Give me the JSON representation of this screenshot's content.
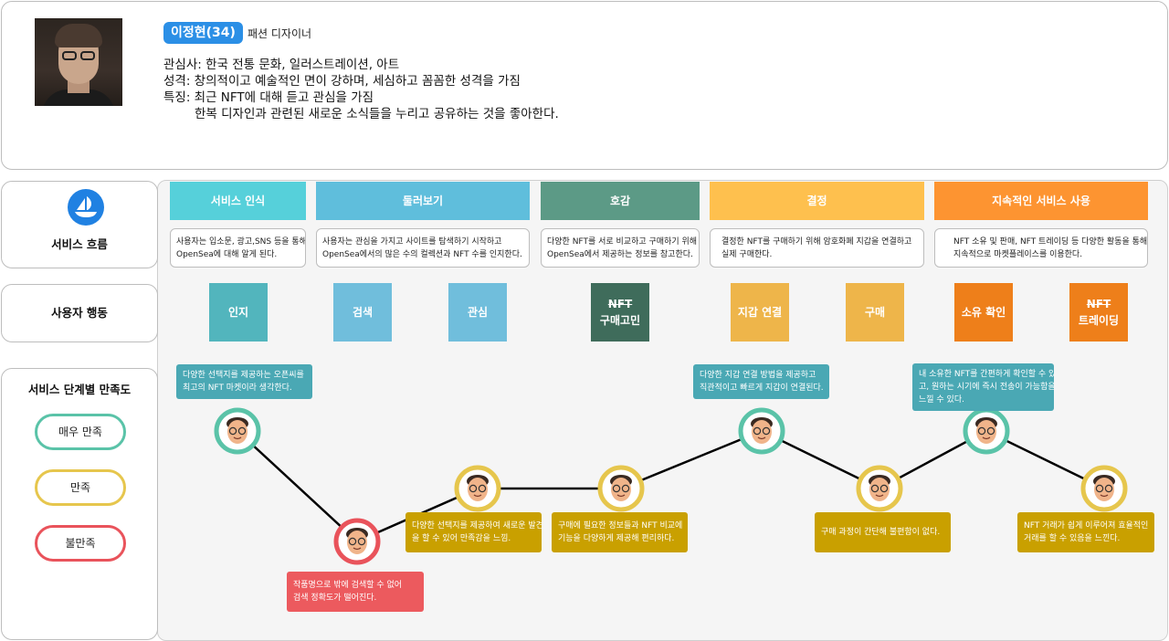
{
  "persona": {
    "name": "이정현(34)",
    "job": "패션 디자이너",
    "interests": "관심사: 한국 전통 문화, 일러스트레이션, 아트",
    "personality": "성격: 창의적이고 예술적인 면이 강하며, 세심하고 꼼꼼한 성격을 가짐",
    "trait_1": "특징: 최근 NFT에 대해 듣고 관심을 가짐",
    "trait_2": "한복 디자인과 관련된 새로운 소식들을 누리고 공유하는 것을 좋아한다."
  },
  "rows": {
    "service_flow": "서비스 흐름",
    "user_action": "사용자 행동",
    "satisfaction": "서비스 단계별 만족도"
  },
  "stages": [
    {
      "title": "서비스 인식",
      "color": "#56d0da",
      "desc_1": "사용자는 입소문, 광고,SNS 등을 통해",
      "desc_2": "OpenSea에 대해 알게 된다."
    },
    {
      "title": "둘러보기",
      "color": "#5fbedc",
      "desc_1": "사용자는 관심을 가지고 사이트를 탐색하기 시작하고",
      "desc_2": "OpenSea에서의 많은 수의 컬렉션과 NFT 수를 인지한다."
    },
    {
      "title": "호감",
      "color": "#5c9a86",
      "desc_1": "다양한 NFT를 서로 비교하고 구매하기 위해",
      "desc_2": "OpenSea에서 제공하는 정보를 참고한다."
    },
    {
      "title": "결정",
      "color": "#fec04e",
      "desc_1": "결정한 NFT를 구매하기 위해 암호화폐 지갑을 연결하고",
      "desc_2": "실제 구매한다."
    },
    {
      "title": "지속적인 서비스 사용",
      "color": "#fd9431",
      "desc_1": "NFT 소유 및 판매, NFT 트레이딩 등 다양한 활동을 통해",
      "desc_2": "지속적으로 마켓플레이스를 이용한다."
    }
  ],
  "actions": [
    {
      "line_1": "인지",
      "line_2": "",
      "color": "#52b5bd"
    },
    {
      "line_1": "검색",
      "line_2": "",
      "color": "#70bedc"
    },
    {
      "line_1": "관심",
      "line_2": "",
      "color": "#70bedc"
    },
    {
      "line_1": "NFT",
      "line_2": "구매고민",
      "color": "#3f6c5b"
    },
    {
      "line_1": "지갑 연결",
      "line_2": "",
      "color": "#eeb54a"
    },
    {
      "line_1": "구매",
      "line_2": "",
      "color": "#eeb54a"
    },
    {
      "line_1": "소유 확인",
      "line_2": "",
      "color": "#ee7f1a"
    },
    {
      "line_1": "NFT",
      "line_2": "트레이딩",
      "color": "#ee7f1a"
    }
  ],
  "legend": {
    "very_satisfied": "매우 만족",
    "satisfied": "만족",
    "unsatisfied": "불만족"
  },
  "colors": {
    "very_satisfied": "#5ac3a8",
    "satisfied": "#e6c64d",
    "unsatisfied": "#e9535b",
    "opensea_blue": "#2081e2"
  },
  "chart_data": {
    "type": "line",
    "levels": [
      "불만족",
      "만족",
      "매우 만족"
    ],
    "points": [
      {
        "step": "인지",
        "level": "매우 만족",
        "note_1": "다양한 선택지를 제공하는 오픈씨를",
        "note_2": "최고의 NFT 마켓이라 생각한다."
      },
      {
        "step": "검색",
        "level": "불만족",
        "note_1": "작품명으로 밖에 검색할 수 없어",
        "note_2": "검색 정확도가 떨어진다."
      },
      {
        "step": "관심",
        "level": "만족",
        "note_1": "다양한 선택지를 제공하여 새로운 발견",
        "note_2": "을 할 수 있어 만족감을 느낌."
      },
      {
        "step": "NFT 구매고민",
        "level": "만족",
        "note_1": "구매에 필요한 정보들과  NFT 비교에",
        "note_2": "기능을 다양하게 제공해 편리하다."
      },
      {
        "step": "지갑 연결",
        "level": "매우 만족",
        "note_1": "다양한 지갑 연결 방법을 제공하고",
        "note_2": "직관적이고 빠르게 지갑이 연결된다."
      },
      {
        "step": "구매",
        "level": "만족",
        "note_1": "구매 과정이 간단해 불편함이 없다.",
        "note_2": ""
      },
      {
        "step": "소유 확인",
        "level": "매우 만족",
        "note_1": "내 소유한 NFT를 간편하게 확인할 수 있",
        "note_2": "고, 원하는 시기에 즉시 전송이 가능함을",
        "note_3": "느낄 수 있다."
      },
      {
        "step": "NFT 트레이딩",
        "level": "만족",
        "note_1": "NFT 거래가 쉽게 이루어져 효율적인",
        "note_2": "거래를 할 수 있음을 느낀다."
      }
    ]
  }
}
